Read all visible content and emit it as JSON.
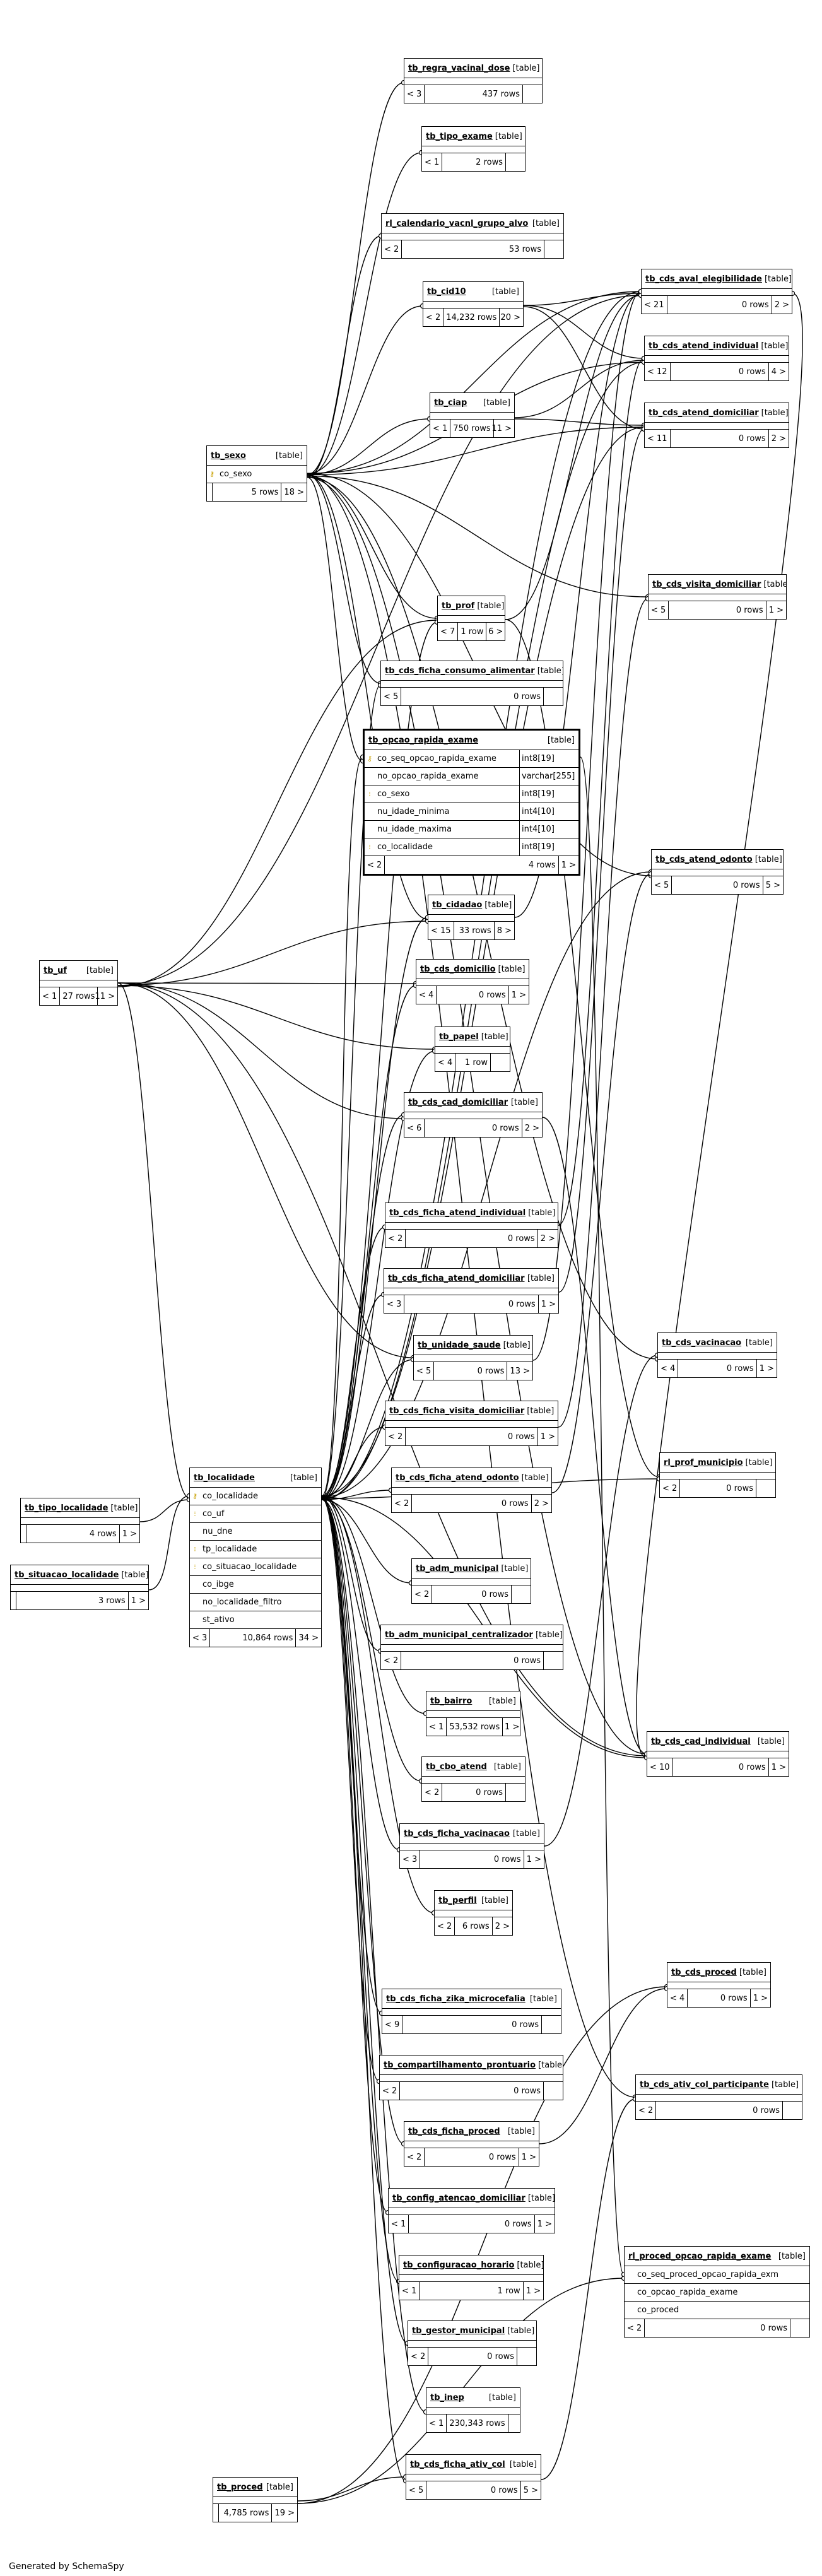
{
  "tables": [
    {
      "id": "tb_regra_vacinal_dose",
      "name": "tb_regra_vacinal_dose",
      "kind": "[table]",
      "parents": "< 3",
      "rows": "437 rows",
      "children": ""
    },
    {
      "id": "tb_tipo_exame",
      "name": "tb_tipo_exame",
      "kind": "[table]",
      "parents": "< 1",
      "rows": "2 rows",
      "children": ""
    },
    {
      "id": "rl_calendario_vacnl_grupo_alvo",
      "name": "rl_calendario_vacnl_grupo_alvo",
      "kind": "[table]",
      "parents": "< 2",
      "rows": "53 rows",
      "children": ""
    },
    {
      "id": "tb_cid10",
      "name": "tb_cid10",
      "kind": "[table]",
      "parents": "< 2",
      "rows": "14,232 rows",
      "children": "20 >"
    },
    {
      "id": "tb_ciap",
      "name": "tb_ciap",
      "kind": "[table]",
      "parents": "< 1",
      "rows": "750 rows",
      "children": "11 >"
    },
    {
      "id": "tb_sexo",
      "name": "tb_sexo",
      "kind": "[table]",
      "columns": [
        {
          "key": "key",
          "name": "co_sexo",
          "type": ""
        }
      ],
      "parents": "",
      "rows": "5 rows",
      "children": "18 >"
    },
    {
      "id": "tb_prof",
      "name": "tb_prof",
      "kind": "[table]",
      "parents": "< 7",
      "rows": "1 row",
      "children": "6 >"
    },
    {
      "id": "tb_cds_ficha_consumo_alimentar",
      "name": "tb_cds_ficha_consumo_alimentar",
      "kind": "[table]",
      "parents": "< 5",
      "rows": "0 rows",
      "children": ""
    },
    {
      "id": "tb_opcao_rapida_exame",
      "name": "tb_opcao_rapida_exame",
      "kind": "[table]",
      "focus": true,
      "columns": [
        {
          "key": "key",
          "name": "co_seq_opcao_rapida_exame",
          "type": "int8[19]"
        },
        {
          "key": "",
          "name": "no_opcao_rapida_exame",
          "type": "varchar[255]"
        },
        {
          "key": "fk",
          "name": "co_sexo",
          "type": "int8[19]"
        },
        {
          "key": "",
          "name": "nu_idade_minima",
          "type": "int4[10]"
        },
        {
          "key": "",
          "name": "nu_idade_maxima",
          "type": "int4[10]"
        },
        {
          "key": "fk",
          "name": "co_localidade",
          "type": "int8[19]"
        }
      ],
      "parents": "< 2",
      "rows": "4 rows",
      "children": "1 >"
    },
    {
      "id": "tb_cidadao",
      "name": "tb_cidadao",
      "kind": "[table]",
      "parents": "< 15",
      "rows": "33 rows",
      "children": "8 >"
    },
    {
      "id": "tb_cds_domicilio",
      "name": "tb_cds_domicilio",
      "kind": "[table]",
      "parents": "< 4",
      "rows": "0 rows",
      "children": "1 >"
    },
    {
      "id": "tb_papel",
      "name": "tb_papel",
      "kind": "[table]",
      "parents": "< 4",
      "rows": "1 row",
      "children": ""
    },
    {
      "id": "tb_cds_cad_domiciliar",
      "name": "tb_cds_cad_domiciliar",
      "kind": "[table]",
      "parents": "< 6",
      "rows": "0 rows",
      "children": "2 >"
    },
    {
      "id": "tb_uf",
      "name": "tb_uf",
      "kind": "[table]",
      "parents": "< 1",
      "rows": "27 rows",
      "children": "11 >"
    },
    {
      "id": "tb_cds_ficha_atend_individual",
      "name": "tb_cds_ficha_atend_individual",
      "kind": "[table]",
      "parents": "< 2",
      "rows": "0 rows",
      "children": "2 >"
    },
    {
      "id": "tb_cds_ficha_atend_domiciliar",
      "name": "tb_cds_ficha_atend_domiciliar",
      "kind": "[table]",
      "parents": "< 3",
      "rows": "0 rows",
      "children": "1 >"
    },
    {
      "id": "tb_unidade_saude",
      "name": "tb_unidade_saude",
      "kind": "[table]",
      "parents": "< 5",
      "rows": "0 rows",
      "children": "13 >"
    },
    {
      "id": "tb_cds_ficha_visita_domiciliar",
      "name": "tb_cds_ficha_visita_domiciliar",
      "kind": "[table]",
      "parents": "< 2",
      "rows": "0 rows",
      "children": "1 >"
    },
    {
      "id": "tb_cds_ficha_atend_odonto",
      "name": "tb_cds_ficha_atend_odonto",
      "kind": "[table]",
      "parents": "< 2",
      "rows": "0 rows",
      "children": "2 >"
    },
    {
      "id": "tb_localidade",
      "name": "tb_localidade",
      "kind": "[table]",
      "columns": [
        {
          "key": "key",
          "name": "co_localidade",
          "type": ""
        },
        {
          "key": "fk",
          "name": "co_uf",
          "type": ""
        },
        {
          "key": "",
          "name": "nu_dne",
          "type": ""
        },
        {
          "key": "fk",
          "name": "tp_localidade",
          "type": ""
        },
        {
          "key": "fk",
          "name": "co_situacao_localidade",
          "type": ""
        },
        {
          "key": "",
          "name": "co_ibge",
          "type": ""
        },
        {
          "key": "",
          "name": "no_localidade_filtro",
          "type": ""
        },
        {
          "key": "",
          "name": "st_ativo",
          "type": ""
        }
      ],
      "parents": "< 3",
      "rows": "10,864 rows",
      "children": "34 >"
    },
    {
      "id": "tb_tipo_localidade",
      "name": "tb_tipo_localidade",
      "kind": "[table]",
      "parents": "",
      "rows": "4 rows",
      "children": "1 >"
    },
    {
      "id": "tb_situacao_localidade",
      "name": "tb_situacao_localidade",
      "kind": "[table]",
      "parents": "",
      "rows": "3 rows",
      "children": "1 >"
    },
    {
      "id": "tb_adm_municipal",
      "name": "tb_adm_municipal",
      "kind": "[table]",
      "parents": "< 2",
      "rows": "0 rows",
      "children": ""
    },
    {
      "id": "tb_adm_municipal_centralizador",
      "name": "tb_adm_municipal_centralizador",
      "kind": "[table]",
      "parents": "< 2",
      "rows": "0 rows",
      "children": ""
    },
    {
      "id": "tb_bairro",
      "name": "tb_bairro",
      "kind": "[table]",
      "parents": "< 1",
      "rows": "53,532 rows",
      "children": "1 >"
    },
    {
      "id": "tb_cbo_atend",
      "name": "tb_cbo_atend",
      "kind": "[table]",
      "parents": "< 2",
      "rows": "0 rows",
      "children": ""
    },
    {
      "id": "tb_cds_ficha_vacinacao",
      "name": "tb_cds_ficha_vacinacao",
      "kind": "[table]",
      "parents": "< 3",
      "rows": "0 rows",
      "children": "1 >"
    },
    {
      "id": "tb_perfil",
      "name": "tb_perfil",
      "kind": "[table]",
      "parents": "< 2",
      "rows": "6 rows",
      "children": "2 >"
    },
    {
      "id": "tb_cds_ficha_zika_microcefalia",
      "name": "tb_cds_ficha_zika_microcefalia",
      "kind": "[table]",
      "parents": "< 9",
      "rows": "0 rows",
      "children": ""
    },
    {
      "id": "tb_compartilhamento_prontuario",
      "name": "tb_compartilhamento_prontuario",
      "kind": "[table]",
      "parents": "< 2",
      "rows": "0 rows",
      "children": ""
    },
    {
      "id": "tb_cds_ficha_proced",
      "name": "tb_cds_ficha_proced",
      "kind": "[table]",
      "parents": "< 2",
      "rows": "0 rows",
      "children": "1 >"
    },
    {
      "id": "tb_config_atencao_domiciliar",
      "name": "tb_config_atencao_domiciliar",
      "kind": "[table]",
      "parents": "< 1",
      "rows": "0 rows",
      "children": "1 >"
    },
    {
      "id": "tb_configuracao_horario",
      "name": "tb_configuracao_horario",
      "kind": "[table]",
      "parents": "< 1",
      "rows": "1 row",
      "children": "1 >"
    },
    {
      "id": "tb_gestor_municipal",
      "name": "tb_gestor_municipal",
      "kind": "[table]",
      "parents": "< 2",
      "rows": "0 rows",
      "children": ""
    },
    {
      "id": "tb_inep",
      "name": "tb_inep",
      "kind": "[table]",
      "parents": "< 1",
      "rows": "230,343 rows",
      "children": ""
    },
    {
      "id": "tb_proced",
      "name": "tb_proced",
      "kind": "[table]",
      "parents": "",
      "rows": "4,785 rows",
      "children": "19 >"
    },
    {
      "id": "tb_cds_ficha_ativ_col",
      "name": "tb_cds_ficha_ativ_col",
      "kind": "[table]",
      "parents": "< 5",
      "rows": "0 rows",
      "children": "5 >"
    },
    {
      "id": "tb_cds_aval_elegibilidade",
      "name": "tb_cds_aval_elegibilidade",
      "kind": "[table]",
      "parents": "< 21",
      "rows": "0 rows",
      "children": "2 >"
    },
    {
      "id": "tb_cds_atend_individual",
      "name": "tb_cds_atend_individual",
      "kind": "[table]",
      "parents": "< 12",
      "rows": "0 rows",
      "children": "4 >"
    },
    {
      "id": "tb_cds_atend_domiciliar",
      "name": "tb_cds_atend_domiciliar",
      "kind": "[table]",
      "parents": "< 11",
      "rows": "0 rows",
      "children": "2 >"
    },
    {
      "id": "tb_cds_visita_domiciliar",
      "name": "tb_cds_visita_domiciliar",
      "kind": "[table]",
      "parents": "< 5",
      "rows": "0 rows",
      "children": "1 >"
    },
    {
      "id": "tb_cds_atend_odonto",
      "name": "tb_cds_atend_odonto",
      "kind": "[table]",
      "parents": "< 5",
      "rows": "0 rows",
      "children": "5 >"
    },
    {
      "id": "tb_cds_vacinacao",
      "name": "tb_cds_vacinacao",
      "kind": "[table]",
      "parents": "< 4",
      "rows": "0 rows",
      "children": "1 >"
    },
    {
      "id": "rl_prof_municipio",
      "name": "rl_prof_municipio",
      "kind": "[table]",
      "parents": "< 2",
      "rows": "0 rows",
      "children": ""
    },
    {
      "id": "tb_cds_cad_individual",
      "name": "tb_cds_cad_individual",
      "kind": "[table]",
      "parents": "< 10",
      "rows": "0 rows",
      "children": "1 >"
    },
    {
      "id": "tb_cds_proced",
      "name": "tb_cds_proced",
      "kind": "[table]",
      "parents": "< 4",
      "rows": "0 rows",
      "children": "1 >"
    },
    {
      "id": "tb_cds_ativ_col_participante",
      "name": "tb_cds_ativ_col_participante",
      "kind": "[table]",
      "parents": "< 2",
      "rows": "0 rows",
      "children": ""
    },
    {
      "id": "rl_proced_opcao_rapida_exame",
      "name": "rl_proced_opcao_rapida_exame",
      "kind": "[table]",
      "columns": [
        {
          "key": "",
          "name": "co_seq_proced_opcao_rapida_exm",
          "type": ""
        },
        {
          "key": "",
          "name": "co_opcao_rapida_exame",
          "type": ""
        },
        {
          "key": "",
          "name": "co_proced",
          "type": ""
        }
      ],
      "parents": "< 2",
      "rows": "0 rows",
      "children": ""
    }
  ],
  "footer": {
    "note": "Generated by SchemaSpy"
  },
  "style": {
    "line_color": "#000000",
    "key_color": "#c8a000"
  }
}
